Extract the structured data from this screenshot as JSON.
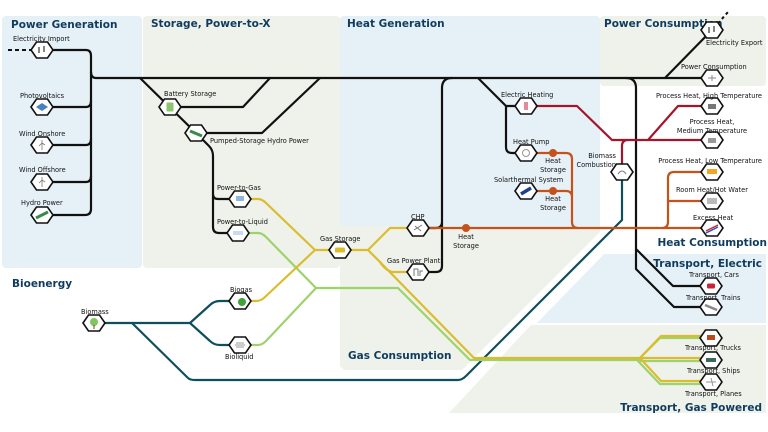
{
  "regions": {
    "power_generation": "Power Generation",
    "storage": "Storage, Power-to-X",
    "heat_generation": "Heat Generation",
    "power_consumption": "Power Consumption",
    "bioenergy": "Bioenergy",
    "gas_consumption": "Gas Consumption",
    "heat_consumption": "Heat Consumption",
    "transport_electric": "Transport, Electric",
    "transport_gas": "Transport, Gas Powered"
  },
  "nodes": {
    "electricity_import": "Electricity Import",
    "photovoltaics": "Photovoltaics",
    "wind_onshore": "Wind Onshore",
    "wind_offshore": "Wind Offshore",
    "hydro_power": "Hydro Power",
    "battery_storage": "Battery Storage",
    "pumped_storage": "Pumped-Storage Hydro Power",
    "power_to_gas": "Power-to-Gas",
    "power_to_liquid": "Power-to-Liquid",
    "gas_storage": "Gas Storage",
    "biogas": "Biogas",
    "bioliquid": "Bioliquid",
    "biomass": "Biomass",
    "chp": "CHP",
    "gas_power_plant": "Gas Power Plant",
    "electric_heating": "Electric Heating",
    "heat_pump": "Heat Pump",
    "solarthermal": "Solarthermal System",
    "biomass_combustion_1": "Biomass",
    "biomass_combustion_2": "Combustion",
    "heat_storage_1": "Heat",
    "heat_storage_2": "Storage",
    "electricity_export": "Electricity Export",
    "power_consumption": "Power Consumption",
    "process_heat_high": "Process Heat, High Temperature",
    "process_heat_medium_1": "Process Heat,",
    "process_heat_medium_2": "Medium Temperature",
    "process_heat_low": "Process Heat, Low Temperature",
    "room_heat": "Room Heat/Hot Water",
    "excess_heat": "Excess Heat",
    "transport_cars": "Transport, Cars",
    "transport_trains": "Transport, Trains",
    "transport_trucks": "Transport, Trucks",
    "transport_ships": "Transport, Ships",
    "transport_planes": "Transport, Planes"
  },
  "colors": {
    "electricity": "#111111",
    "heat_high": "#a3152c",
    "heat_low": "#c6521b",
    "biomass": "#0f4f5c",
    "gas": "#dcbc2f",
    "liquid": "#9dd26d",
    "region_blue": "#e6f1f7",
    "region_green": "#eef2ea",
    "title": "#0f3b5f"
  }
}
